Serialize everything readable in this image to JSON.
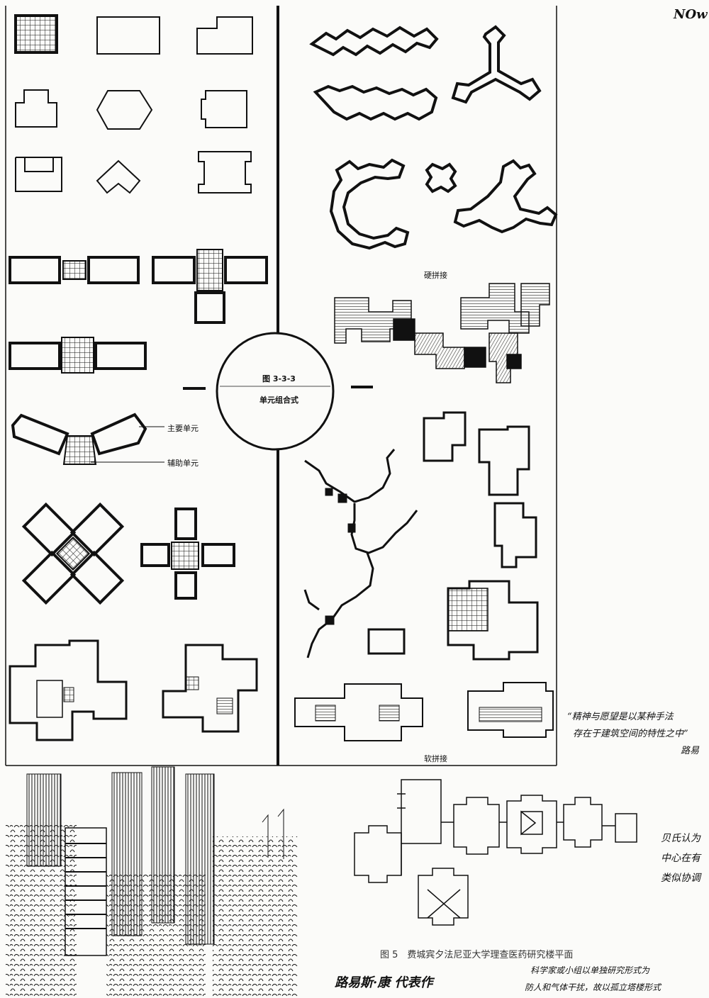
{
  "header": {
    "corner_note": "NOw"
  },
  "center_badge": {
    "figure_number": "图 3-3-3",
    "title": "单元组合式"
  },
  "left_panel": {
    "label_main_unit": "主要单元",
    "label_aux_unit": "辅助单元"
  },
  "right_panel": {
    "label_hard_join": "硬拼接",
    "label_soft_join": "软拼接"
  },
  "quote_note": {
    "line1": "“精神与愿望是以某种手法",
    "line2": "存在于建筑空间的特性之中”",
    "attribution": "路易"
  },
  "side_note": {
    "line1": "贝氏认为",
    "line2": "中心在有",
    "line3": "类似协调"
  },
  "figure5": {
    "caption": "图 5　费城宾夕法尼亚大学理查医药研究楼平面"
  },
  "bottom": {
    "signature": "路易斯·康 代表作",
    "note_line1": "科学家或小组以单独研究形式为",
    "note_line2": "防人和气体干扰，故以孤立塔楼形式"
  },
  "colors": {
    "ink": "#111111",
    "paper": "#fbfbf9",
    "hatch": "#222222"
  }
}
